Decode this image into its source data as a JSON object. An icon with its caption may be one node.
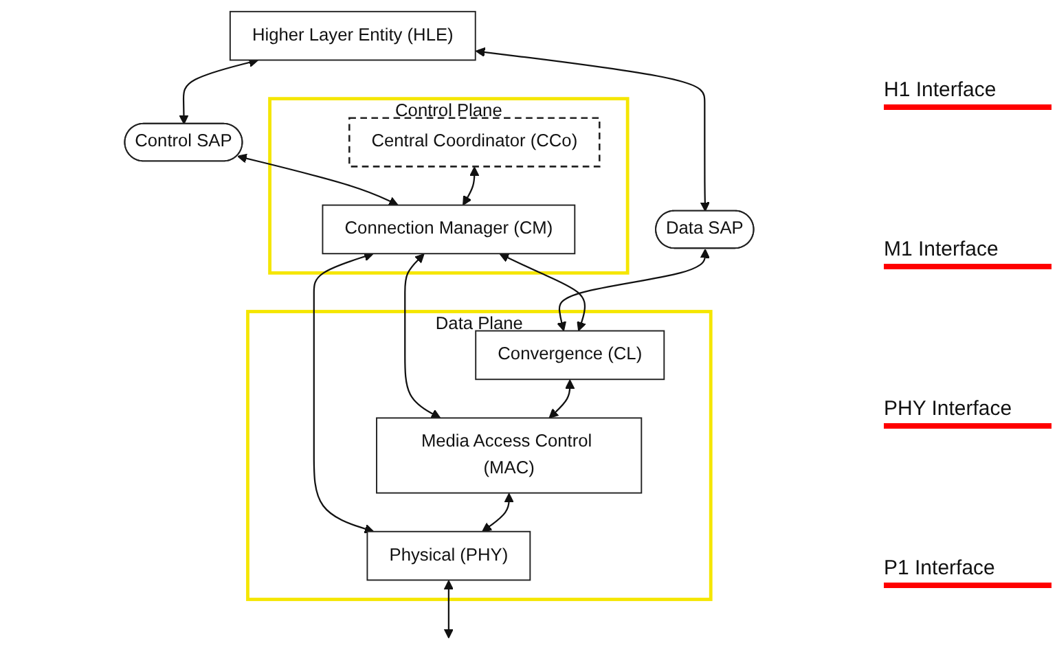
{
  "diagram": {
    "nodes": [
      {
        "text": [
          "Higher Layer Entity (HLE)"
        ]
      },
      {
        "text": [
          "Control SAP"
        ]
      },
      {
        "text": [
          "Data SAP"
        ]
      },
      {
        "text": [
          "Control Plane"
        ]
      },
      {
        "text": [
          "Data Plane"
        ]
      },
      {
        "text": [
          "Convergence (CL)"
        ],
        "in": 4
      },
      {
        "text": [
          "Central Coordinator (CCo)"
        ],
        "in": 3
      },
      {
        "text": [
          "Connection Manager (CM)"
        ],
        "in": 3
      },
      {
        "text": [
          "Media Access Control (MAC)"
        ],
        "in": 4
      },
      {
        "text": [
          "Physical (PHY)"
        ],
        "in": 4
      }
    ],
    "edges": [
      {
        "from": 0,
        "to": 1,
        "arrow": "both"
      },
      {
        "from": 0,
        "to": 2,
        "arrow": "both"
      },
      {
        "from": 1,
        "to": 7,
        "arrow": "both"
      },
      {
        "from": 2,
        "to": 5,
        "arrow": "both"
      },
      {
        "from": 7,
        "to": 5,
        "arrow": "both"
      },
      {
        "from": 6,
        "to": 7,
        "arrow": "both"
      },
      {
        "from": 7,
        "to": 8,
        "arrow": "both"
      },
      {
        "from": 7,
        "to": 9,
        "arrow": "both"
      },
      {
        "from": 5,
        "to": 8,
        "arrow": "both"
      },
      {
        "from": 8,
        "to": 9,
        "arrow": "both"
      },
      {
        "from": 9,
        "to": null,
        "arrow": "both"
      }
    ],
    "labels": [
      "H1 Interface",
      "M1 Interface",
      "PHY Interface",
      "P1 Interface"
    ]
  }
}
